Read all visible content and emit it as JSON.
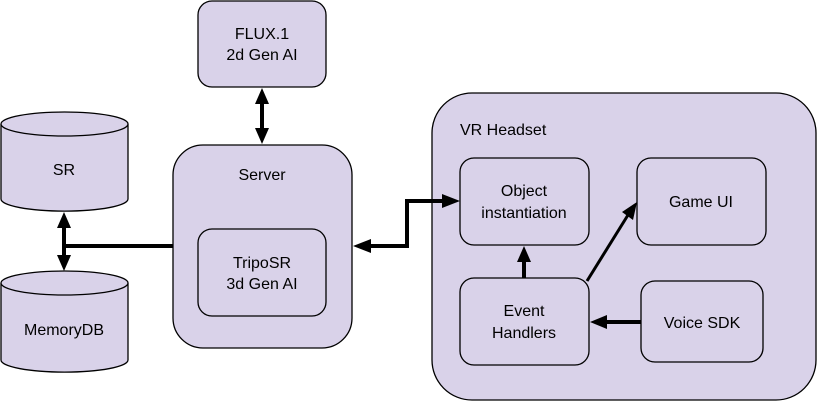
{
  "diagram": {
    "nodes": {
      "flux": {
        "line1": "FLUX.1",
        "line2": "2d Gen AI"
      },
      "server": {
        "label": "Server"
      },
      "triposr": {
        "line1": "TripoSR",
        "line2": "3d Gen AI"
      },
      "sr": {
        "label": "SR"
      },
      "memorydb": {
        "label": "MemoryDB"
      },
      "vr_headset": {
        "label": "VR Headset"
      },
      "object_instantiation": {
        "line1": "Object",
        "line2": "instantiation"
      },
      "game_ui": {
        "label": "Game UI"
      },
      "event_handlers": {
        "line1": "Event",
        "line2": "Handlers"
      },
      "voice_sdk": {
        "label": "Voice SDK"
      }
    },
    "edges": [
      {
        "from": "FLUX.1 2d Gen AI",
        "to": "Server",
        "direction": "bidirectional"
      },
      {
        "from": "SR",
        "to": "MemoryDB",
        "direction": "bidirectional"
      },
      {
        "from": "Server",
        "to": "SR/MemoryDB link",
        "direction": "none"
      },
      {
        "from": "Server",
        "to": "Object instantiation",
        "direction": "bidirectional"
      },
      {
        "from": "Event Handlers",
        "to": "Object instantiation",
        "direction": "forward"
      },
      {
        "from": "Event Handlers",
        "to": "Game UI",
        "direction": "forward"
      },
      {
        "from": "Voice SDK",
        "to": "Event Handlers",
        "direction": "forward"
      }
    ],
    "colors": {
      "node_fill": "#d9d2e9",
      "stroke": "#000000"
    }
  }
}
